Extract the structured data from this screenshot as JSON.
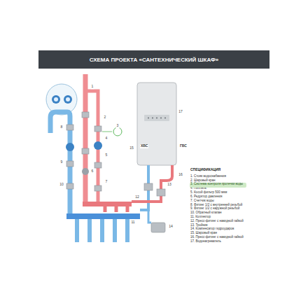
{
  "diagram": {
    "title": "СХЕМА ПРОЕКТА «САНТЕХНИЧЕСКИЙ ШКАФ»",
    "nodes": [
      {
        "text": [
          "3. Система контроля протечки воды"
        ]
      }
    ],
    "labels": [
      "1",
      "2",
      "3",
      "4",
      "5",
      "6",
      "7",
      "8",
      "9",
      "10",
      "11",
      "12",
      "13",
      "14",
      "15",
      "16",
      "17",
      "ХВС",
      "ГВС",
      "СПЕЦИФИКАЦИЯ",
      "1. Стояк водоснабжения",
      "2. Шаровый кран",
      "4. Ниппель",
      "5. Косой фильтр 500 мкм",
      "6. Редуктор давления",
      "7. Счетчик воды",
      "8. Фитинг 1/2 с внутренней резьбой",
      "9. Фитинг 1/2 с наружной резьбой",
      "10. Обратный клапан",
      "11. Коллектор",
      "12. Пресс-фитинг с накидной гайкой",
      "13. Тройник",
      "14. Компенсатор гидроударов",
      "15. Шаровый кран",
      "16. Пресс-фитинг с накидной гайкой",
      "17. Водонагреватель"
    ]
  }
}
